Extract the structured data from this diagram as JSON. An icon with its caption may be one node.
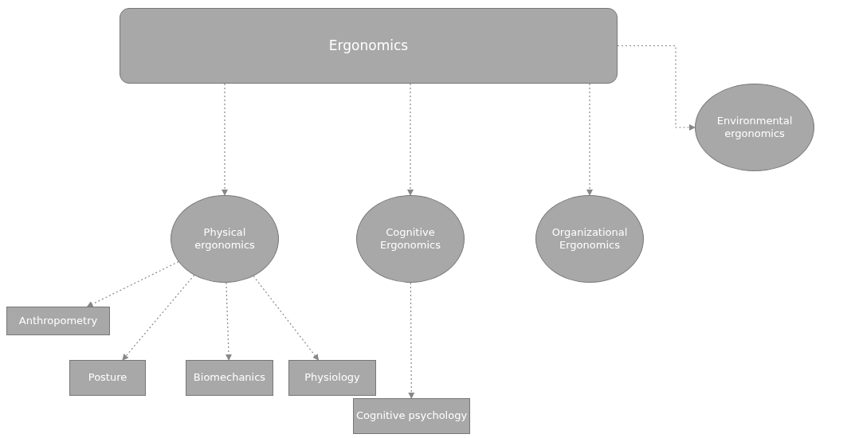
{
  "diagram": {
    "nodes": [
      {
        "text": [
          "Ergonomics"
        ]
      },
      {
        "text": [
          "Physical ergonomics"
        ]
      },
      {
        "text": [
          "Cognitive Ergonomics"
        ]
      },
      {
        "text": [
          "Organizational Ergonomics"
        ]
      },
      {
        "text": [
          "Environmental ergonomics"
        ]
      },
      {
        "text": [
          "Anthropometry"
        ]
      },
      {
        "text": [
          "Posture"
        ]
      },
      {
        "text": [
          "Biomechanics"
        ]
      },
      {
        "text": [
          "Physiology"
        ]
      },
      {
        "text": [
          "Cognitive psychology"
        ]
      }
    ],
    "edges": [
      {
        "from": 0,
        "to": 1,
        "arrow": "to",
        "style": "dashed"
      },
      {
        "from": 0,
        "to": 2,
        "arrow": "to",
        "style": "dashed"
      },
      {
        "from": 0,
        "to": 3,
        "arrow": "to",
        "style": "dashed"
      },
      {
        "from": 0,
        "to": 4,
        "arrow": "to",
        "style": "dashed"
      },
      {
        "from": 1,
        "to": 5,
        "arrow": "to",
        "style": "dashed"
      },
      {
        "from": 1,
        "to": 6,
        "arrow": "to",
        "style": "dashed"
      },
      {
        "from": 1,
        "to": 7,
        "arrow": "to",
        "style": "dashed"
      },
      {
        "from": 1,
        "to": 8,
        "arrow": "to",
        "style": "dashed"
      },
      {
        "from": 2,
        "to": 9,
        "arrow": "to",
        "style": "dashed"
      }
    ]
  }
}
